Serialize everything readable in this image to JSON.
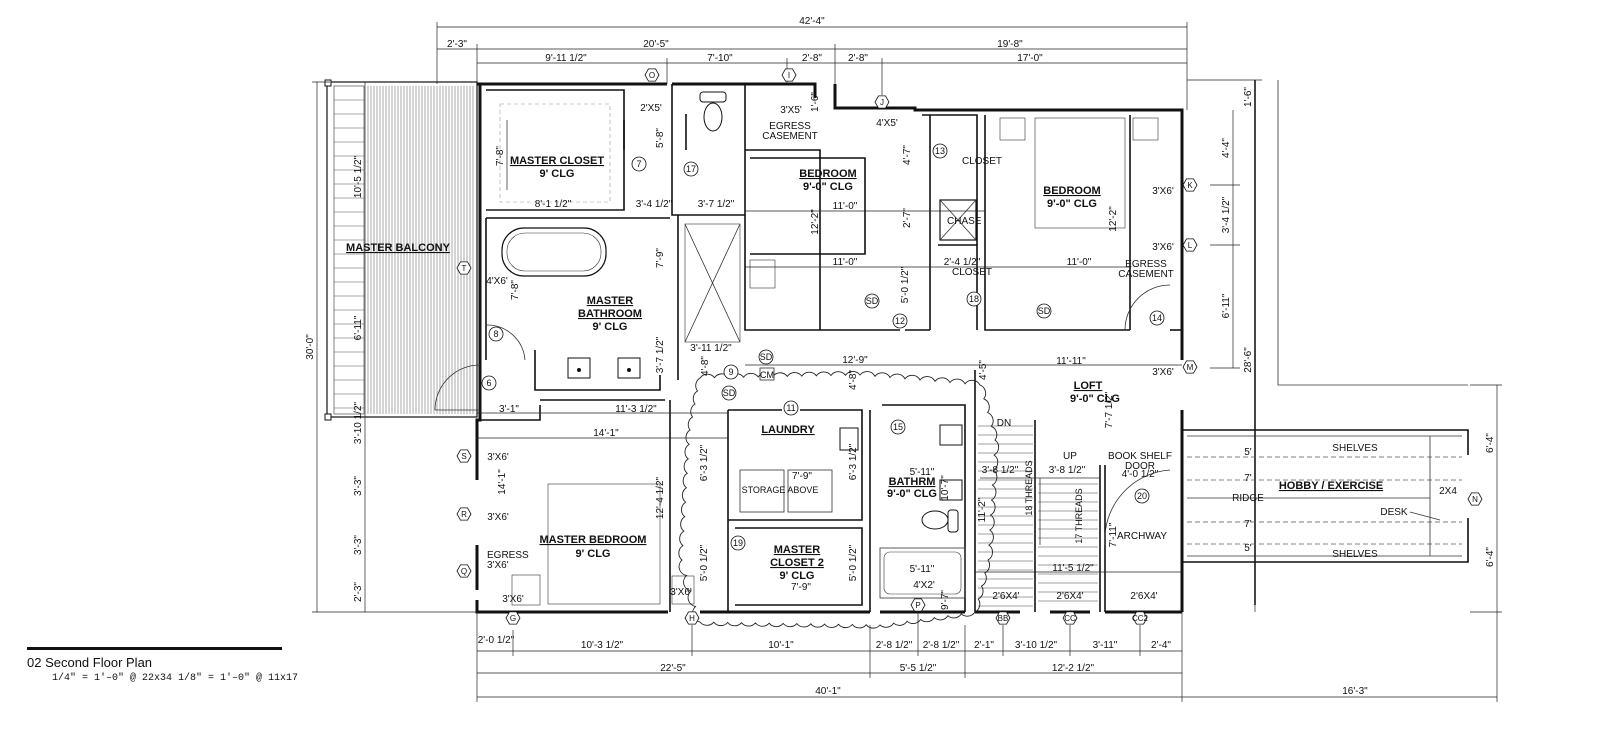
{
  "title_block": {
    "title": "02  Second Floor Plan",
    "scale": "1/4\" = 1'–0\" @ 22x34  1/8\" = 1'–0\" @ 11x17"
  },
  "rooms": {
    "master_closet": {
      "name": "MASTER CLOSET",
      "clg": "9' CLG"
    },
    "bedroom_1": {
      "name": "BEDROOM",
      "clg": "9'-0\" CLG"
    },
    "bedroom_2": {
      "name": "BEDROOM",
      "clg": "9'-0\" CLG"
    },
    "master_balcony": {
      "name": "MASTER BALCONY"
    },
    "master_bathroom": {
      "line1": "MASTER",
      "line2": "BATHROOM",
      "clg": "9' CLG"
    },
    "loft": {
      "name": "LOFT",
      "clg": "9'-0\" CLG"
    },
    "laundry": {
      "name": "LAUNDRY"
    },
    "bathrm": {
      "name": "BATHRM",
      "clg": "9'-0\" CLG"
    },
    "master_bedroom": {
      "name": "MASTER BEDROOM",
      "clg": "9' CLG"
    },
    "master_closet_2": {
      "line1": "MASTER",
      "line2": "CLOSET 2",
      "clg": "9' CLG"
    },
    "hobby": {
      "name": "HOBBY / EXERCISE"
    }
  },
  "labels": {
    "closet_a": "CLOSET",
    "closet_b": "CLOSET",
    "chase": "CHASE",
    "egress_casement_1a": "EGRESS",
    "egress_casement_1b": "CASEMENT",
    "egress_casement_2a": "EGRESS",
    "egress_casement_2b": "CASEMENT",
    "egress_3": "EGRESS",
    "egress_3_size": "3'X6'",
    "storage_above": "STORAGE ABOVE",
    "storage_dim": "7'-9\"",
    "shelves_top": "SHELVES",
    "shelves_bottom": "SHELVES",
    "ridge": "RIDGE",
    "desk": "DESK",
    "beam": "2X4",
    "book_shelf_a": "BOOK SHELF",
    "book_shelf_b": "DOOR",
    "archway": "ARCHWAY",
    "dn": "DN",
    "up": "UP",
    "threads_18": "18 THREADS",
    "threads_17": "17 THREADS",
    "cm": "CM",
    "sd": "SD",
    "hobby_5a": "5'",
    "hobby_7a": "7'",
    "hobby_7b": "7'",
    "hobby_5b": "5'"
  },
  "windows": {
    "w_2x5": "2'X5'",
    "w_3x5": "3'X5'",
    "w_4x5": "4'X5'",
    "w_3x6_k": "3'X6'",
    "w_3x6_l": "3'X6'",
    "w_3x6_m": "3'X6'",
    "w_4x6": "4'X6'",
    "w_3x6_s": "3'X6'",
    "w_3x6_r": "3'X6'",
    "w_3x6_g": "3'X6'",
    "w_3x6_h": "3'X6'",
    "w_4x2": "4'X2'",
    "w_2x6_bb": "2'6X4'",
    "w_2x6_cc": "2'6X4'",
    "w_2x6_cc2": "2'6X4'"
  },
  "door_tags": [
    "7",
    "17",
    "13",
    "18",
    "12",
    "14",
    "8",
    "6",
    "9",
    "11",
    "15",
    "19",
    "20"
  ],
  "window_tags": {
    "O": "O",
    "I": "I",
    "J": "J",
    "K": "K",
    "L": "L",
    "M": "M",
    "T": "T",
    "S": "S",
    "R": "R",
    "Q": "Q",
    "G": "G",
    "H": "H",
    "P": "P",
    "BB": "BB",
    "CC": "CC",
    "CC2": "CC2",
    "N": "N"
  },
  "dims_top": {
    "overall": "42'-4\"",
    "d_2_3": "2'-3\"",
    "d_20_5": "20'-5\"",
    "d_19_8": "19'-8\"",
    "d_9_11": "9'-11 1/2\"",
    "d_7_10": "7'-10\"",
    "d_2_8a": "2'-8\"",
    "d_2_8b": "2'-8\"",
    "d_17_0": "17'-0\""
  },
  "dims_bottom": {
    "d_2_0": "2'-0 1/2\"",
    "d_10_3": "10'-3 1/2\"",
    "d_10_1": "10'-1\"",
    "d_2_8_1": "2'-8 1/2\"",
    "d_2_8_2": "2'-8 1/2\"",
    "d_2_1": "2'-1\"",
    "d_3_10": "3'-10 1/2\"",
    "d_3_11": "3'-11\"",
    "d_2_4": "2'-4\"",
    "d_22_5": "22'-5\"",
    "d_5_5": "5'-5 1/2\"",
    "d_12_2": "12'-2 1/2\"",
    "d_40_1": "40'-1\"",
    "d_16_3": "16'-3\""
  },
  "dims_left": {
    "d_10_5": "10'-5 1/2\"",
    "d_6_11": "6'-11\"",
    "d_30_0": "30'-0\"",
    "d_3_10": "3'-10 1/2\"",
    "d_3_3a": "3'-3\"",
    "d_3_3b": "3'-3\"",
    "d_2_3": "2'-3\""
  },
  "dims_right": {
    "d_1_6": "1'-6\"",
    "d_4_4": "4'-4\"",
    "d_3_4": "3'-4 1/2\"",
    "d_6_11": "6'-11\"",
    "d_28_6": "28'-6\"",
    "d_6_4a": "6'-4\"",
    "d_6_4b": "6'-4\""
  },
  "dims_interior": {
    "mc_7_8": "7'-8\"",
    "mc_8_1": "8'-1 1/2\"",
    "mc_3_4": "3'-4 1/2\"",
    "wc_5_8": "5'-8\"",
    "sh_3_7": "3'-7 1/2\"",
    "sh_7_9": "7'-9\"",
    "bd1_11a": "11'-0\"",
    "bd1_12_2": "12'-2\"",
    "bd1_11b": "11'-0\"",
    "bd1_1_6": "1'-6\"",
    "cl_4_7": "4'-7\"",
    "cl_2_7": "2'-7\"",
    "cl_2_4": "2'-4 1/2\"",
    "cl_5_0": "5'-0 1/2\"",
    "bd2_12_2": "12'-2\"",
    "bd2_11_0": "11'-0\"",
    "mb_7_8": "7'-8\"",
    "mb_3_7": "3'-7 1/2\"",
    "hall_3_11": "3'-11 1/2\"",
    "hall_12_9": "12'-9\"",
    "hall_4_8": "4'-8\"",
    "hall_4_8b": "4'-8\"",
    "loft_11_11": "11'-11\"",
    "loft_4_5": "4'-5\"",
    "loft_7_7": "7'-7 1/2\"",
    "mbr_3_1": "3'-1\"",
    "mbr_11_3": "11'-3 1/2\"",
    "mbr_14_1": "14'-1\"",
    "mbr_14_1v": "14'-1\"",
    "mbr_12_4": "12'-4 1/2\"",
    "lau_6_3": "6'-3 1/2\"",
    "lau_6_3b": "6'-3 1/2\"",
    "mc2_5_0": "5'-0 1/2\"",
    "mc2_5_0b": "5'-0 1/2\"",
    "mc2_7_9": "7'-9\"",
    "ba_5_11": "5'-11\"",
    "ba_5_11b": "5'-11\"",
    "ba_10_7": "10'-7\"",
    "ba_9": "9'-7\"",
    "st_3_8a": "3'-8 1/2\"",
    "st_3_8b": "3'-8 1/2\"",
    "st_4_0": "4'-0 1/2\"",
    "st_11_2": "11'-2\"",
    "st_7_11": "7'-11\"",
    "st_11_5": "11'-5 1/2\""
  }
}
